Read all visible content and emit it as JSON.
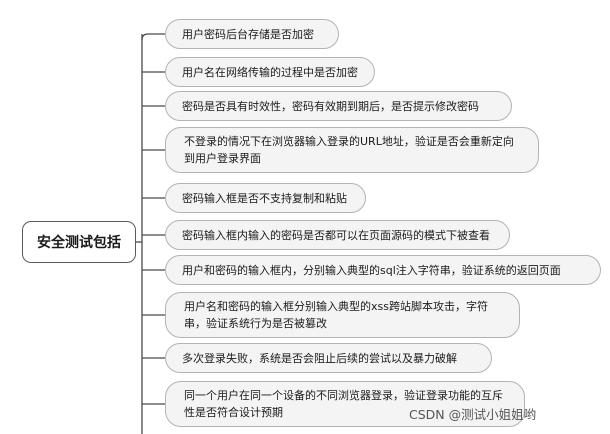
{
  "mindmap": {
    "root": "安全测试包括",
    "branches": [
      "用户密码后台存储是否加密",
      "用户名在网络传输的过程中是否加密",
      "密码是否具有时效性，密码有效期到期后，是否提示修改密码",
      "不登录的情况下在浏览器输入登录的URL地址，验证是否会重新定向到用户登录界面",
      "密码输入框是否不支持复制和粘贴",
      "密码输入框内输入的密码是否都可以在页面源码的模式下被查看",
      "用户和密码的输入框内，分别输入典型的sql注入字符串，验证系统的返回页面",
      "用户名和密码的输入框分别输入典型的xss跨站脚本攻击，字符串，验证系统行为是否被篡改",
      "多次登录失败，系统是否会阻止后续的尝试以及暴力破解",
      "同一个用户在同一个设备的不同浏览器登录，验证登录功能的互斥性是否符合设计预期"
    ]
  },
  "watermark": "CSDN @测试小姐姐哟",
  "colors": {
    "connector": "#4a4a4a",
    "node_fill": "#f4f4f4",
    "node_border": "#b3b3b3"
  }
}
